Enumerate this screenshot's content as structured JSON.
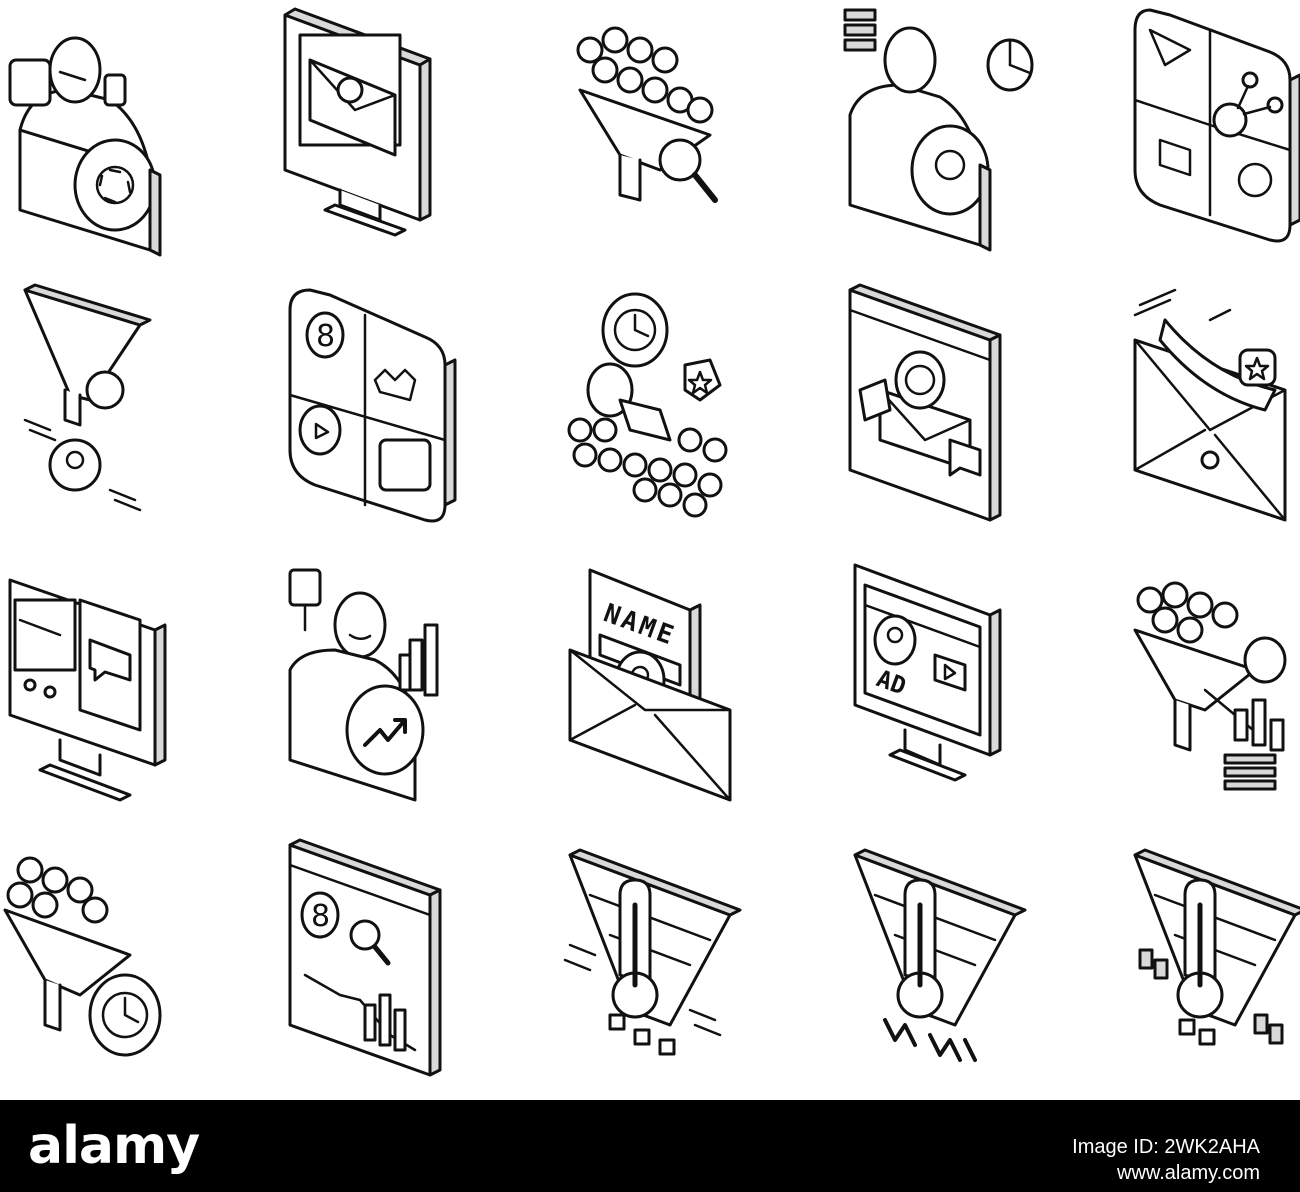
{
  "icons": [
    {
      "id": "person-with-headset-icon"
    },
    {
      "id": "computer-email-icon"
    },
    {
      "id": "people-funnel-search-icon"
    },
    {
      "id": "person-analysis-icon"
    },
    {
      "id": "puzzle-network-icon"
    },
    {
      "id": "funnel-target-icon"
    },
    {
      "id": "puzzle-pieces-icon"
    },
    {
      "id": "crowd-target-icon"
    },
    {
      "id": "web-email-target-icon"
    },
    {
      "id": "open-envelope-star-icon"
    },
    {
      "id": "computer-mobile-icon"
    },
    {
      "id": "person-growth-icon"
    },
    {
      "id": "name-envelope-icon"
    },
    {
      "id": "monitor-ad-icon"
    },
    {
      "id": "people-funnel-chart-icon"
    },
    {
      "id": "people-funnel-target-icon"
    },
    {
      "id": "web-analytics-icon"
    },
    {
      "id": "funnel-temperature-icon"
    },
    {
      "id": "funnel-temperature-arrows-icon"
    },
    {
      "id": "funnel-temperature-bars-icon"
    }
  ],
  "labels": {
    "name": "NAME",
    "ad": "AD"
  },
  "footer": {
    "brand": "alamy",
    "image_id": "Image ID: 2WK2AHA",
    "site": "www.alamy.com"
  },
  "colors": {
    "background": "#ffffff",
    "line": "#111111",
    "shade": "#d9d9d9",
    "footer": "#000000"
  }
}
